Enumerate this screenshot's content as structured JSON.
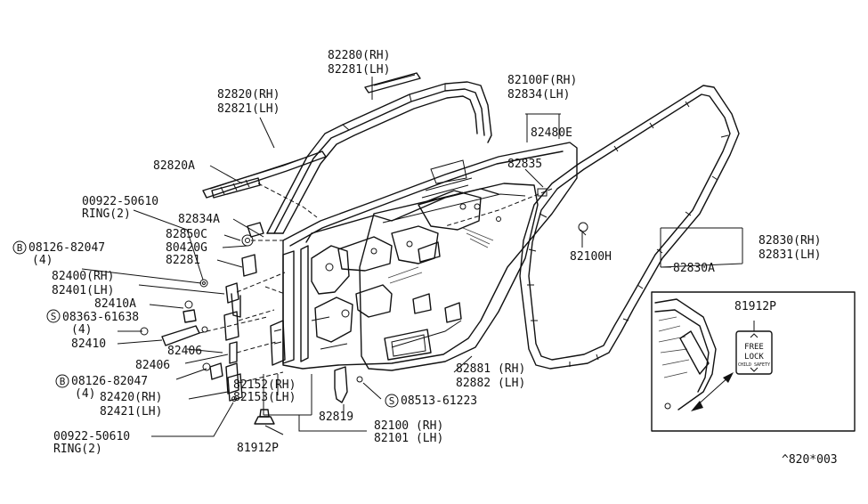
{
  "diagram_code": "^820*003",
  "labels": {
    "l_82280_rh": "82280(RH)",
    "l_82281_lh": "82281(LH)",
    "l_82820_rh": "82820(RH)",
    "l_82821_lh": "82821(LH)",
    "l_82100f_rh": "82100F(RH)",
    "l_82834_lh": "82834(LH)",
    "l_82480e": "82480E",
    "l_82835": "82835",
    "l_82820a": "82820A",
    "l_00922_top": "00922-50610",
    "l_ring_top": "RING(2)",
    "l_82834a": "82834A",
    "l_82850c": "82850C",
    "l_80420g": "80420G",
    "l_82281b": "82281",
    "l_08126_top": "08126-82047",
    "l_4_top": "(4)",
    "l_82400_rh": "82400(RH)",
    "l_82401_lh": "82401(LH)",
    "l_82410a": "82410A",
    "l_08363": "08363-61638",
    "l_4_mid": "(4)",
    "l_82410": "82410",
    "l_82406a": "82406",
    "l_82406b": "82406",
    "l_08126_bot": "08126-82047",
    "l_4_bot": "(4)",
    "l_82420_rh": "82420(RH)",
    "l_82421_lh": "82421(LH)",
    "l_00922_bot": "00922-50610",
    "l_ring_bot": "RING(2)",
    "l_82152_rh": "82152(RH)",
    "l_82153_lh": "82153(LH)",
    "l_82819": "82819",
    "l_81912p_bot": "81912P",
    "l_82100_rh": "82100 (RH)",
    "l_82101_lh": "82101 (LH)",
    "l_08513": "08513-61223",
    "l_82881_rh": "82881 (RH)",
    "l_82882_lh": "82882 (LH)",
    "l_82100h": "82100H",
    "l_82830_rh": "82830(RH)",
    "l_82831_lh": "82831(LH)",
    "l_82830a": "82830A",
    "l_81912p_inset": "81912P"
  },
  "markers": {
    "bolt": "B",
    "screw": "S"
  },
  "inset_label": {
    "line1": "FREE",
    "line2": "LOCK",
    "line3": "CHILD SAFETY"
  }
}
